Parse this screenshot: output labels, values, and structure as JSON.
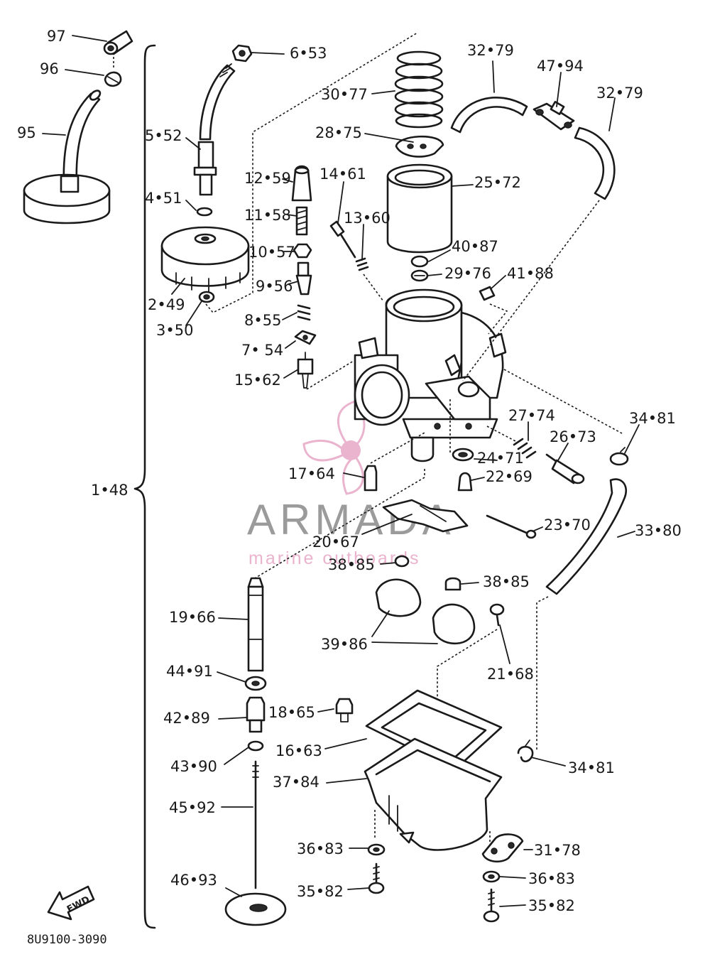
{
  "callouts": [
    {
      "id": "97",
      "text": "97"
    },
    {
      "id": "96",
      "text": "96"
    },
    {
      "id": "95",
      "text": "95"
    },
    {
      "id": "6-53",
      "text": "6•53"
    },
    {
      "id": "5-52",
      "text": "5•52"
    },
    {
      "id": "4-51",
      "text": "4•51"
    },
    {
      "id": "2-49",
      "text": "2•49"
    },
    {
      "id": "3-50",
      "text": "3•50"
    },
    {
      "id": "12-59",
      "text": "12•59"
    },
    {
      "id": "11-58",
      "text": "11•58"
    },
    {
      "id": "10-57",
      "text": "10•57"
    },
    {
      "id": "9-56",
      "text": "9•56"
    },
    {
      "id": "8-55",
      "text": "8•55"
    },
    {
      "id": "7-54",
      "text": "7• 54"
    },
    {
      "id": "15-62",
      "text": "15•62"
    },
    {
      "id": "14-61",
      "text": "14•61"
    },
    {
      "id": "13-60",
      "text": "13•60"
    },
    {
      "id": "30-77",
      "text": "30•77"
    },
    {
      "id": "28-75",
      "text": "28•75"
    },
    {
      "id": "25-72",
      "text": "25•72"
    },
    {
      "id": "40-87",
      "text": "40•87"
    },
    {
      "id": "29-76",
      "text": "29•76"
    },
    {
      "id": "41-88",
      "text": "41•88"
    },
    {
      "id": "32-79a",
      "text": "32•79"
    },
    {
      "id": "47-94",
      "text": "47•94"
    },
    {
      "id": "32-79b",
      "text": "32•79"
    },
    {
      "id": "27-74",
      "text": "27•74"
    },
    {
      "id": "26-73",
      "text": "26•73"
    },
    {
      "id": "34-81a",
      "text": "34•81"
    },
    {
      "id": "24-71",
      "text": "24•71"
    },
    {
      "id": "22-69",
      "text": "22•69"
    },
    {
      "id": "17-64",
      "text": "17•64"
    },
    {
      "id": "1-48",
      "text": "1•48"
    },
    {
      "id": "23-70",
      "text": "23•70"
    },
    {
      "id": "33-80",
      "text": "33•80"
    },
    {
      "id": "20-67",
      "text": "20•67"
    },
    {
      "id": "38-85a",
      "text": "38•85"
    },
    {
      "id": "38-85b",
      "text": "38•85"
    },
    {
      "id": "19-66",
      "text": "19•66"
    },
    {
      "id": "39-86",
      "text": "39•86"
    },
    {
      "id": "21-68",
      "text": "21•68"
    },
    {
      "id": "44-91",
      "text": "44•91"
    },
    {
      "id": "42-89",
      "text": "42•89"
    },
    {
      "id": "18-65",
      "text": "18•65"
    },
    {
      "id": "16-63",
      "text": "16•63"
    },
    {
      "id": "43-90",
      "text": "43•90"
    },
    {
      "id": "34-81b",
      "text": "34•81"
    },
    {
      "id": "37-84",
      "text": "37•84"
    },
    {
      "id": "45-92",
      "text": "45•92"
    },
    {
      "id": "36-83a",
      "text": "36•83"
    },
    {
      "id": "31-78",
      "text": "31•78"
    },
    {
      "id": "36-83b",
      "text": "36•83"
    },
    {
      "id": "46-93",
      "text": "46•93"
    },
    {
      "id": "35-82a",
      "text": "35•82"
    },
    {
      "id": "35-82b",
      "text": "35•82"
    }
  ],
  "fwd_label": "FWD",
  "diagram_code": "8U9100-3090",
  "watermark": {
    "brand": "ARMADA",
    "tagline": "marine outboards",
    "colors": {
      "pink": "#e7a6c6",
      "gray": "#8a8a8a"
    }
  },
  "colors": {
    "ink": "#1a1a1a",
    "background": "#ffffff"
  }
}
